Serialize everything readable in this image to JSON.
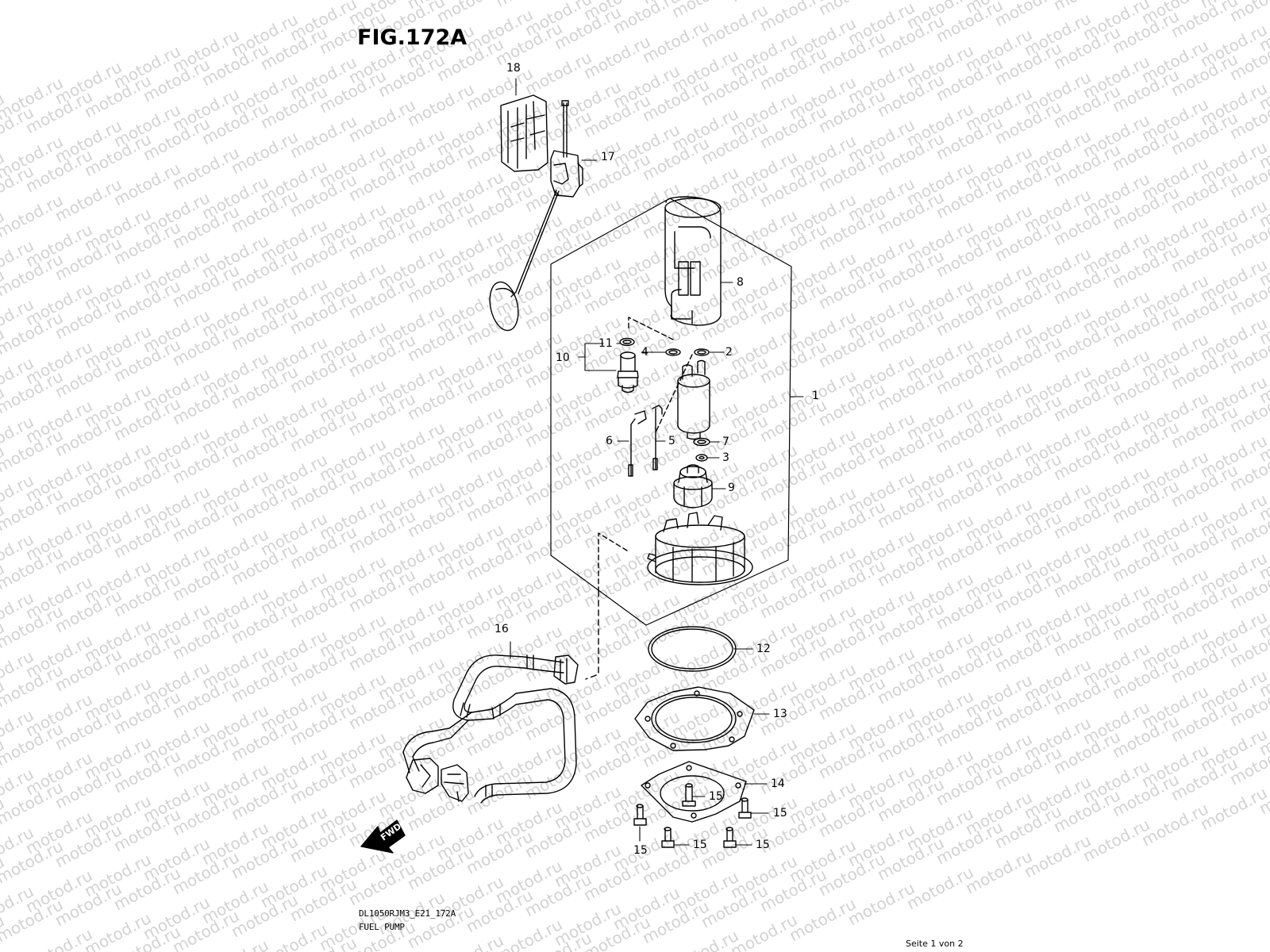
{
  "figure": {
    "title": "FIG.172A",
    "model_code": "DL1050RJM3_E21_172A",
    "subtitle": "FUEL PUMP"
  },
  "watermark": {
    "text": "motod.ru",
    "color": "#d2d2d2"
  },
  "footer": {
    "page": "Seite 1 von 2"
  },
  "fwd_label": "FWD",
  "parts": [
    {
      "ref": "1"
    },
    {
      "ref": "2"
    },
    {
      "ref": "3"
    },
    {
      "ref": "4"
    },
    {
      "ref": "5"
    },
    {
      "ref": "6"
    },
    {
      "ref": "7"
    },
    {
      "ref": "8"
    },
    {
      "ref": "9"
    },
    {
      "ref": "10"
    },
    {
      "ref": "11"
    },
    {
      "ref": "12"
    },
    {
      "ref": "13"
    },
    {
      "ref": "14"
    },
    {
      "ref": "15"
    },
    {
      "ref": "16"
    },
    {
      "ref": "17"
    },
    {
      "ref": "18"
    }
  ],
  "colors": {
    "line": "#000000",
    "background": "#ffffff"
  }
}
